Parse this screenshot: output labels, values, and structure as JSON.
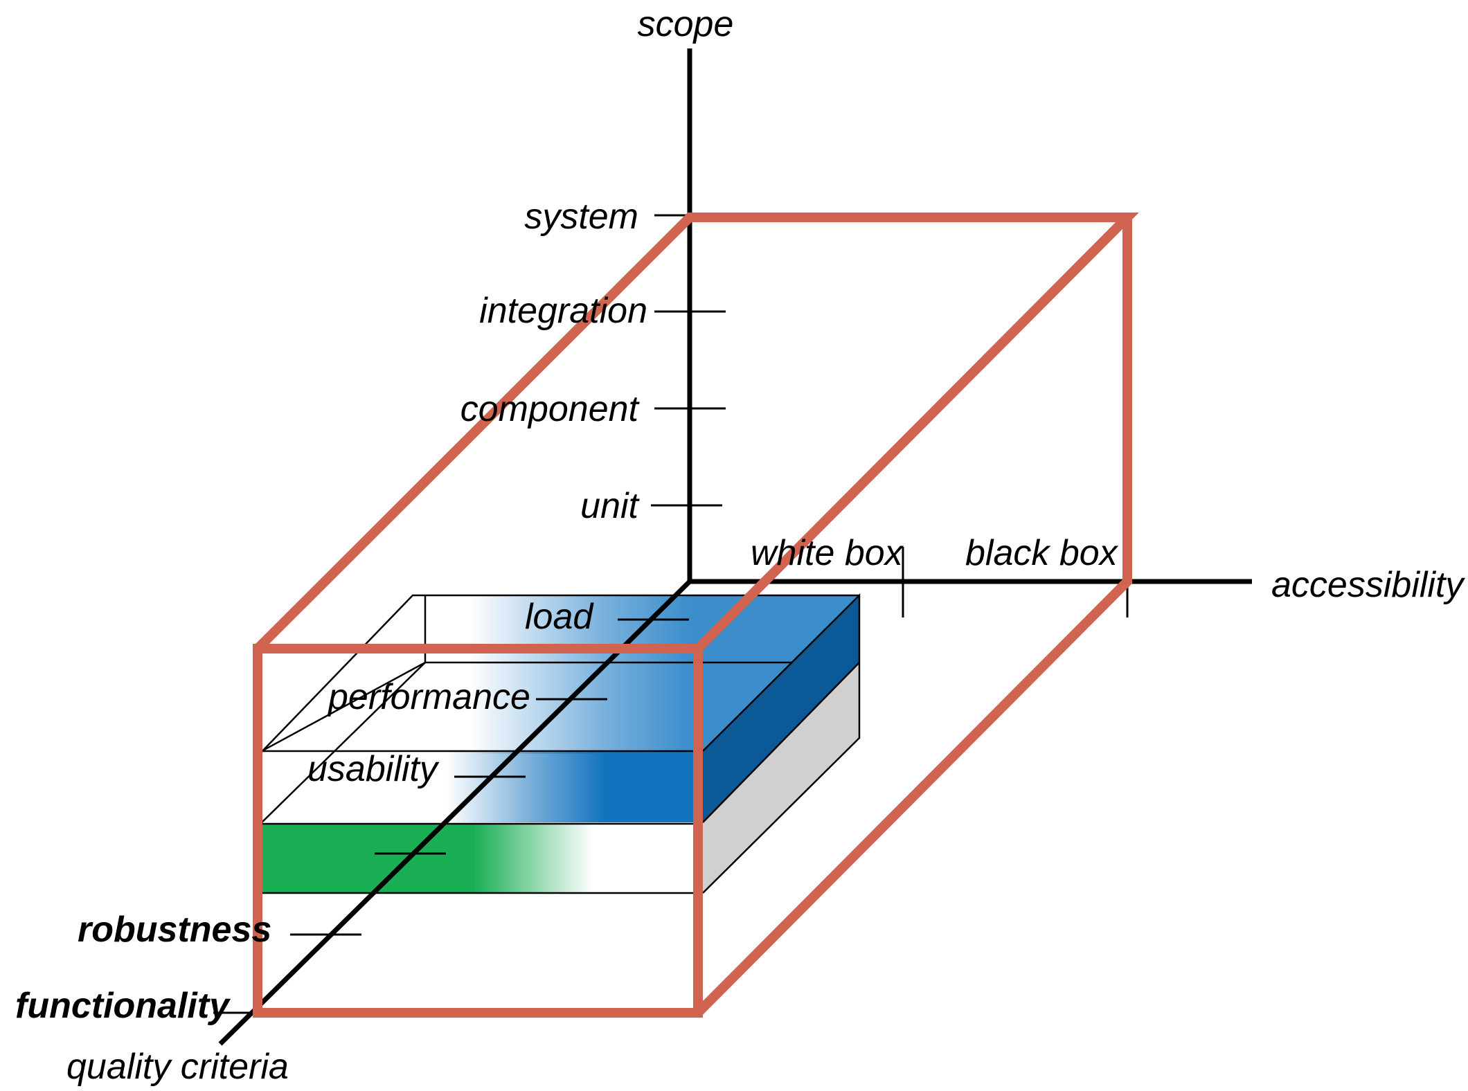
{
  "axes": {
    "scope": "scope",
    "accessibility": "accessibility",
    "quality_criteria": "quality criteria"
  },
  "scope_levels": [
    "unit",
    "component",
    "integration",
    "system"
  ],
  "accessibility_levels": [
    "white box",
    "black box"
  ],
  "quality_levels": [
    "functionality",
    "robustness",
    "usability",
    "performance",
    "load"
  ],
  "colors": {
    "red_box": "#d06450",
    "blue_band": "#1273be",
    "blue_side": "#0b5a97",
    "blue_top": "#3b8dcc",
    "green_band": "#1aae55",
    "grey_side": "#d0d0d0"
  }
}
